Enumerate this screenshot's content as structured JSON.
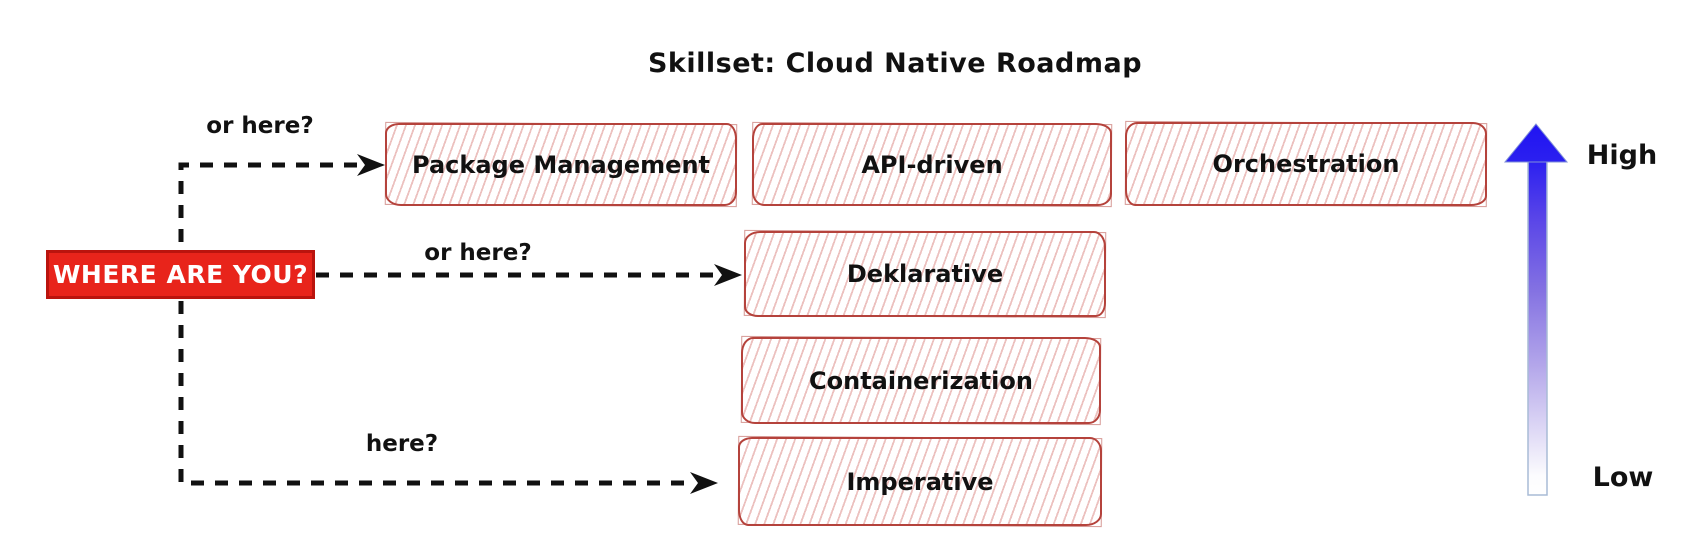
{
  "title": "Skillset: Cloud Native Roadmap",
  "question": {
    "label": "WHERE ARE YOU?"
  },
  "pointers": {
    "top": "or here?",
    "middle": "or here?",
    "bottom": "here?"
  },
  "levels": [
    {
      "boxes": [
        {
          "label": "Package Management"
        },
        {
          "label": "API-driven"
        },
        {
          "label": "Orchestration"
        }
      ]
    },
    {
      "boxes": [
        {
          "label": "Deklarative"
        }
      ]
    },
    {
      "boxes": [
        {
          "label": "Containerization"
        }
      ]
    },
    {
      "boxes": [
        {
          "label": "Imperative"
        }
      ]
    }
  ],
  "scale": {
    "high": "High",
    "low": "Low"
  },
  "colors": {
    "box_border": "#b5433c",
    "box_hatch": "#f0b9b5",
    "question_bg": "#e8241b",
    "question_border": "#ba140e",
    "dashed_line": "#111111",
    "arrow_blue_top": "#2013f2",
    "arrow_fade_bottom": "#ffffff"
  }
}
